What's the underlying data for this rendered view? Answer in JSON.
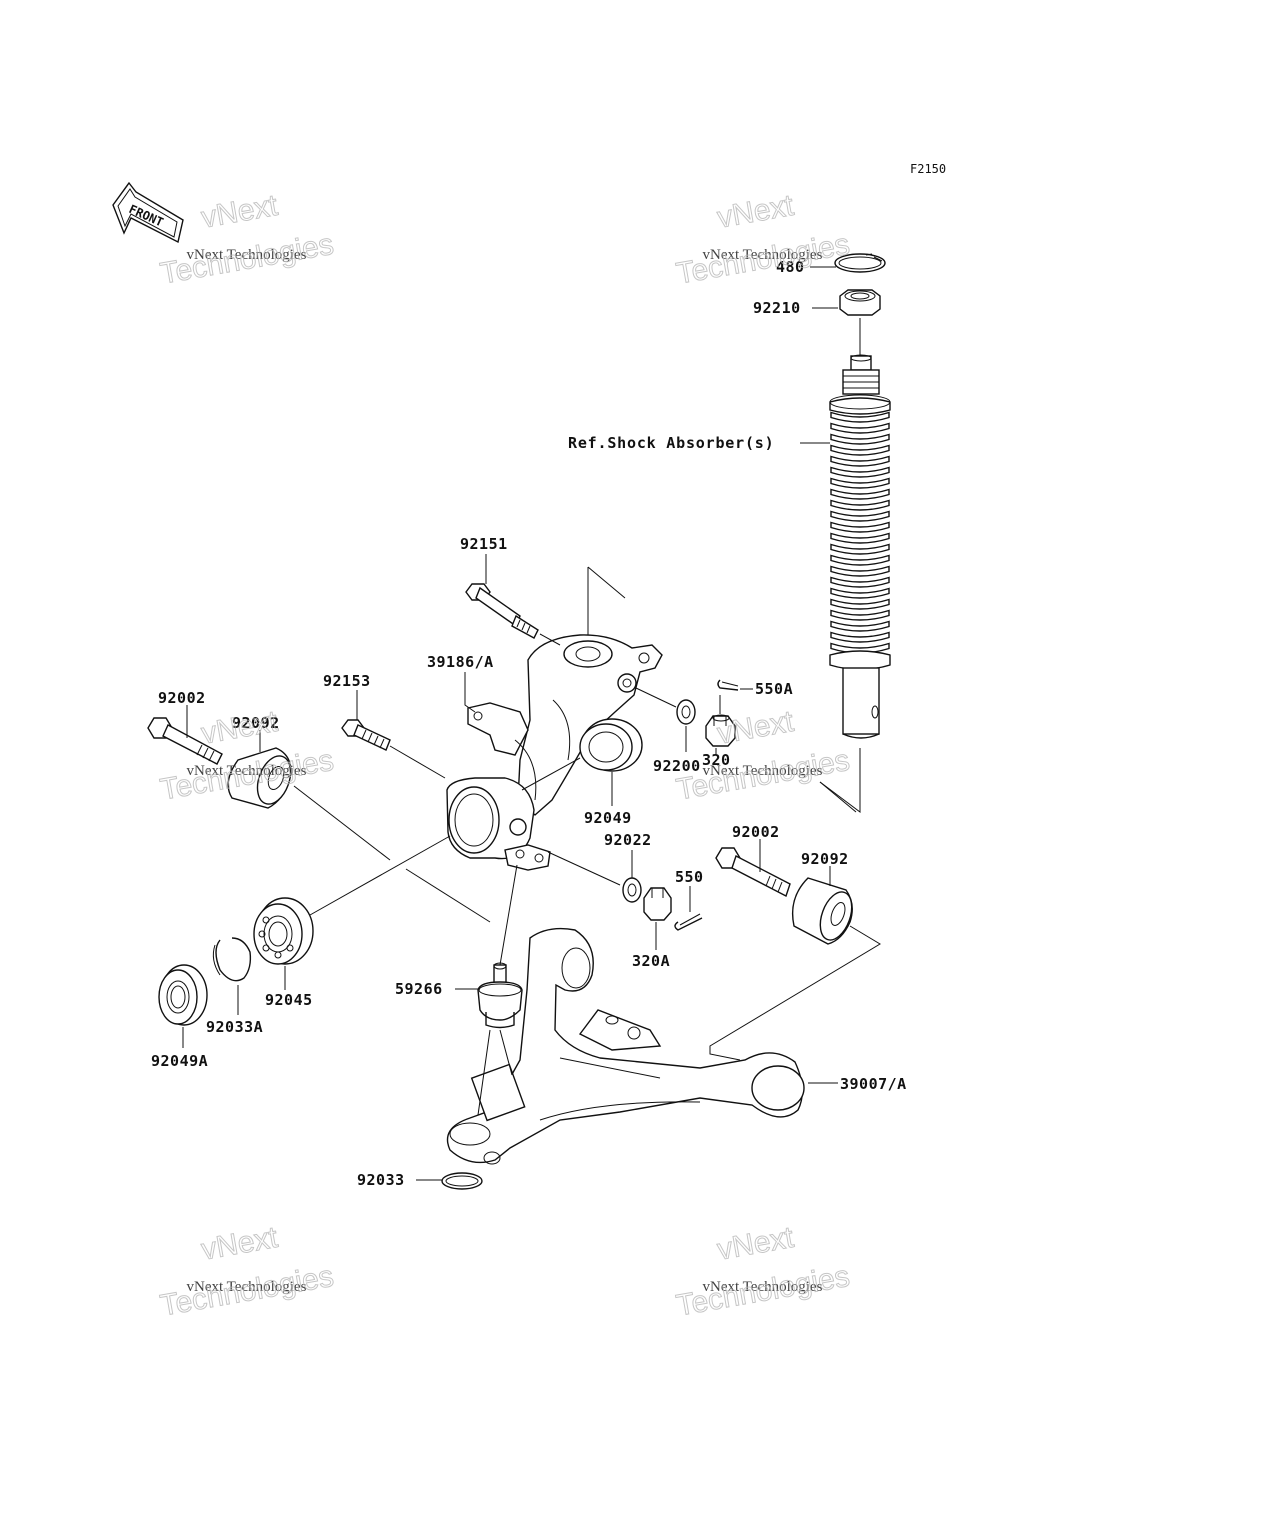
{
  "figure_code": "F2150",
  "front_label": "FRONT",
  "reference_label": "Ref.Shock Absorber(s)",
  "watermark": {
    "line1": "vNext",
    "line2": "vNext Technologies",
    "line3": "Technologies"
  },
  "parts": [
    {
      "number": "480"
    },
    {
      "number": "92210"
    },
    {
      "number": "92151"
    },
    {
      "number": "39186/A"
    },
    {
      "number": "92153"
    },
    {
      "number": "92002"
    },
    {
      "number": "92092"
    },
    {
      "number": "550A"
    },
    {
      "number": "92200"
    },
    {
      "number": "320"
    },
    {
      "number": "92049"
    },
    {
      "number": "92022"
    },
    {
      "number": "92002"
    },
    {
      "number": "92092"
    },
    {
      "number": "550"
    },
    {
      "number": "320A"
    },
    {
      "number": "59266"
    },
    {
      "number": "92045"
    },
    {
      "number": "92033A"
    },
    {
      "number": "92049A"
    },
    {
      "number": "39007/A"
    },
    {
      "number": "92033"
    }
  ]
}
